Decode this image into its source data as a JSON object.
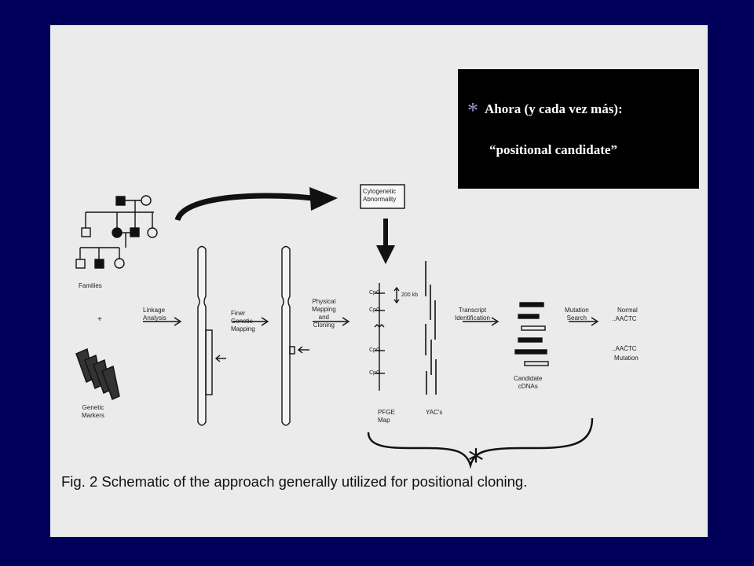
{
  "overlay": {
    "bullet": "*",
    "line1": "Ahora (y cada vez más):",
    "line2": "“positional candidate”"
  },
  "figure": {
    "families": "Families",
    "genetic_markers": "Genetic\nMarkers",
    "plus": "+",
    "linkage_analysis": "Linkage\nAnalysis",
    "finer_genetic_mapping": "Finer\nGenetic\nMapping",
    "physical_mapping": "Physical\nMapping\nand\nCloning",
    "cytogenetic": "Cytogenetic\nAbnormality",
    "kb": "200 kb",
    "cpg": "CpG",
    "pfge_map": "PFGE\nMap",
    "yacs": "YAC's",
    "transcript_identification": "Transcript\nIdentification",
    "candidate_cdnas": "Candidate\ncDNAs",
    "mutation_search": "Mutation\nSearch",
    "normal": "Normal",
    "normal_seq": "..AAC̄TC",
    "mutation_seq": "..AAC̄TC",
    "mutation": "Mutation",
    "asterisk": "*",
    "caption": "Fig. 2 Schematic of the approach generally utilized for positional cloning."
  },
  "colors": {
    "background": "#00005a",
    "scan": "#ebebeb",
    "overlay": "#000000",
    "overlay_text": "#ffffff",
    "bullet": "#9999cc"
  }
}
